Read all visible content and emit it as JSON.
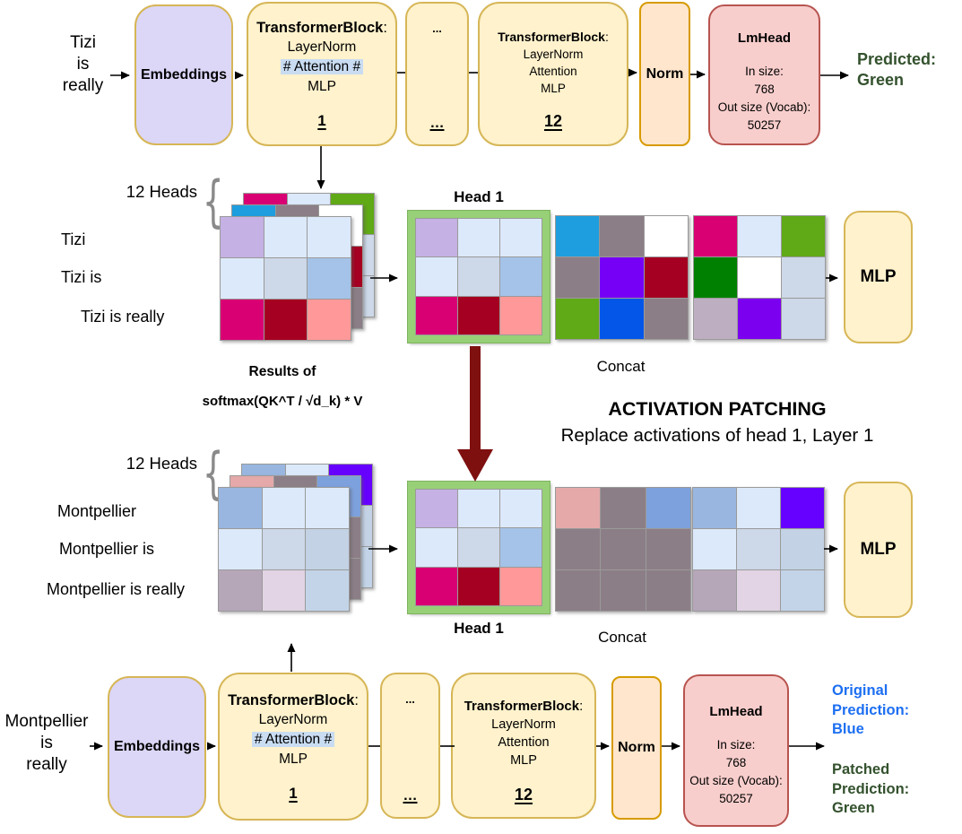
{
  "palette": {
    "box_cream_fill": "#FFF2CC",
    "box_cream_border": "#D6B656",
    "box_peach_fill": "#FFE6CC",
    "box_peach_border": "#D79B00",
    "box_pink_fill": "#F8CECC",
    "box_pink_border": "#B85450",
    "box_lavender_fill": "#DCD6F7",
    "head_border_green": "#97D077",
    "patch_arrow_red": "#7E1010",
    "predicted_green": "#33512D",
    "prediction_blue": "#1D6FF2",
    "attention_highlight": "#C9DCF2"
  },
  "top_pipeline": {
    "input": "Tizi\nis\nreally",
    "embeddings": "Embeddings",
    "block1": {
      "title": "TransformerBlock",
      "colon": ":",
      "layernorm": "LayerNorm",
      "attention": "# Attention #",
      "mlp": "MLP",
      "num": "1"
    },
    "dots": {
      "top": "...",
      "bottom": "…"
    },
    "block12": {
      "title": "TransformerBlock",
      "colon": ":",
      "layernorm": "LayerNorm",
      "attention": "Attention",
      "mlp": "MLP",
      "num": "12"
    },
    "norm": "Norm",
    "lmhead": {
      "title": "LmHead",
      "in_label": "In size:",
      "in_value": "768",
      "out_label": "Out size (Vocab):",
      "out_value": "50257"
    },
    "predicted": "Predicted:\nGreen"
  },
  "attention_top": {
    "heads_label": "12 Heads",
    "row_labels": [
      "Tizi",
      "Tizi is",
      "Tizi is really"
    ],
    "head1_label": "Head 1",
    "concat_label": "Concat",
    "results_line1": "Results of",
    "results_line2": "softmax(QK^T / √d_k) * V",
    "mlp": "MLP"
  },
  "patching": {
    "title": "ACTIVATION PATCHING",
    "subtitle": "Replace activations of head 1, Layer 1"
  },
  "attention_bottom": {
    "heads_label": "12 Heads",
    "row_labels": [
      "Montpellier",
      "Montpellier is",
      "Montpellier is really"
    ],
    "head1_label": "Head 1",
    "concat_label": "Concat",
    "mlp": "MLP"
  },
  "bottom_pipeline": {
    "input": "Montpellier\nis\nreally",
    "embeddings": "Embeddings",
    "block1": {
      "title": "TransformerBlock",
      "colon": ":",
      "layernorm": "LayerNorm",
      "attention": "# Attention #",
      "mlp": "MLP",
      "num": "1"
    },
    "dots": {
      "top": "...",
      "bottom": "…"
    },
    "block12": {
      "title": "TransformerBlock",
      "colon": ":",
      "layernorm": "LayerNorm",
      "attention": "Attention",
      "mlp": "MLP",
      "num": "12"
    },
    "norm": "Norm",
    "lmhead": {
      "title": "LmHead",
      "in_label": "In size:",
      "in_value": "768",
      "out_label": "Out size (Vocab):",
      "out_value": "50257"
    },
    "original_prediction": "Original\nPrediction:\nBlue",
    "patched_prediction": "Patched\nPrediction:\nGreen"
  },
  "matrices": {
    "head1_rows": [
      [
        "#C5B1E4",
        "#DCE9FA",
        "#DCE9FA"
      ],
      [
        "#DCE9FA",
        "#CDD8E8",
        "#A5C3E8"
      ],
      [
        "#D80073",
        "#A50021",
        "#FF9898"
      ]
    ],
    "top_concat2_rows": [
      [
        "#1E9EDE",
        "#8C7E86",
        "#FFFFFF"
      ],
      [
        "#8C7E86",
        "#7500F5",
        "#A50021"
      ],
      [
        "#60A917",
        "#0456E8",
        "#8C7E86"
      ]
    ],
    "top_concat3_rows": [
      [
        "#D80073",
        "#DCE9FA",
        "#60A917"
      ],
      [
        "#008000",
        "#FFFFFF",
        "#CDD8E8"
      ],
      [
        "#BDAEC2",
        "#7C00F0",
        "#CDD8E8"
      ]
    ],
    "bottom_front_rows": [
      [
        "#98B6E0",
        "#DCE9FA",
        "#DCE9FA"
      ],
      [
        "#DCE9FA",
        "#CDD8E8",
        "#C3D2E4"
      ],
      [
        "#B5A6B8",
        "#E2D4E4",
        "#C3D4E8"
      ]
    ],
    "bottom_concat2_rows": [
      [
        "#E5A9A9",
        "#8C7E86",
        "#7DA1DC"
      ],
      [
        "#8C7E86",
        "#8C7E86",
        "#8C7E86"
      ],
      [
        "#8C7E86",
        "#8C7E86",
        "#8C7E86"
      ]
    ],
    "bottom_concat3_rows": [
      [
        "#98B6E0",
        "#DCE9FA",
        "#6600FF"
      ],
      [
        "#DCE9FA",
        "#CDD8E8",
        "#C3D2E4"
      ],
      [
        "#B5A6B8",
        "#E2D4E4",
        "#C3D4E8"
      ]
    ]
  }
}
